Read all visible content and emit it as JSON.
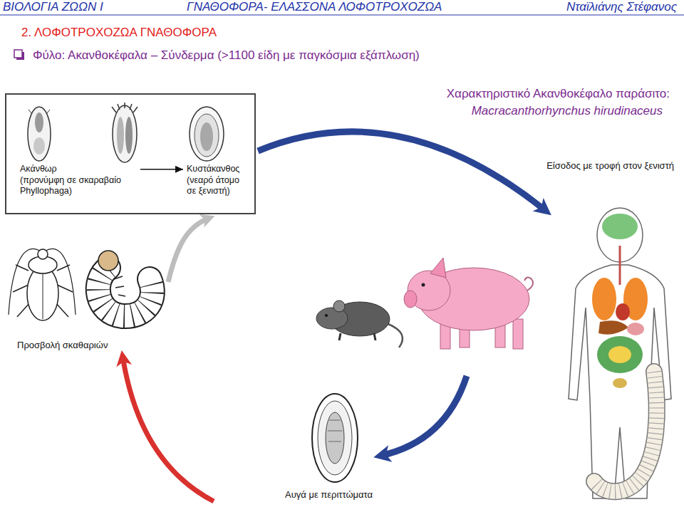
{
  "diagram": {
    "title": "2. ΛΟΦΟΤΡΟΧΟΖΩΑ ΓΝΑΘΟΦΟΡΑ",
    "nodes": [
      {
        "text": [
          "Ακάνθωρ",
          "(προνύμφη σε σκαραβαίο Phyllophaga)"
        ]
      },
      {
        "text": [
          "Κυστάκανθος",
          "(νεαρό άτομο σε ξενιστή)"
        ]
      }
    ],
    "edges": [
      {
        "from": 0,
        "to": 1,
        "arrow": "to"
      }
    ],
    "labels": [
      "ΒΙΟΛΟΓΙΑ ΖΩΩΝ Ι",
      "ΓΝΑΘΟΦΟΡΑ- ΕΛΑΣΣΟΝΑ ΛΟΦΟΤΡΟΧΟΖΩΑ",
      "Νταϊλιάνης Στέφανος",
      "Φύλο: Ακανθοκέφαλα – Σύνδερμα (>1100 είδη με παγκόσμια εξάπλωση)",
      "Χαρακτηριστικό Ακανθοκέφαλο παράσιτο:",
      "Macracanthorhynchus hirudinaceus",
      "Είσοδος με τροφή στον ξενιστή",
      "Προσβολή σκαθαριών",
      "Αυγά με περιττώματα"
    ]
  }
}
